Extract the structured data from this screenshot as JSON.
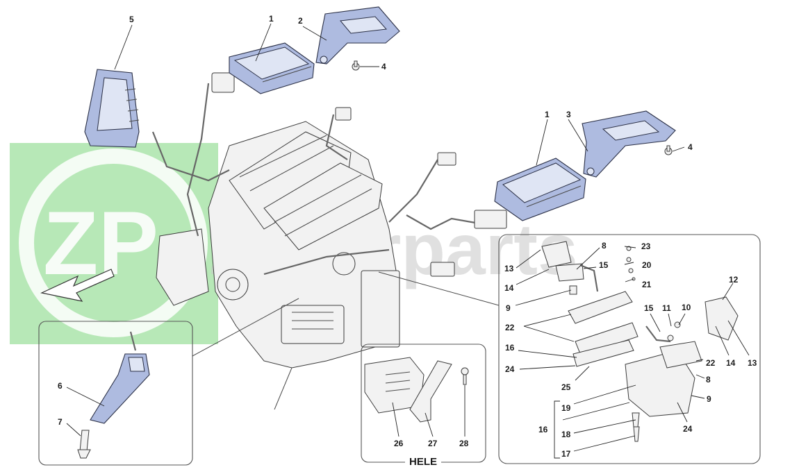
{
  "diagram": {
    "watermark_mark": "ZP",
    "watermark_text": "zuperparts",
    "hele_label": "HELE",
    "callouts": {
      "c1a": "1",
      "c2": "2",
      "c4a": "4",
      "c5": "5",
      "c1b": "1",
      "c3": "3",
      "c4b": "4",
      "c6": "6",
      "c7": "7",
      "c8a": "8",
      "c23": "23",
      "c13a": "13",
      "c15a": "15",
      "c20": "20",
      "c14a": "14",
      "c21": "21",
      "c9a": "9",
      "c12": "12",
      "c22a": "22",
      "c15b": "15",
      "c11": "11",
      "c10": "10",
      "c16a": "16",
      "c22b": "22",
      "c14b": "14",
      "c13b": "13",
      "c24a": "24",
      "c8b": "8",
      "c25": "25",
      "c9b": "9",
      "c19": "19",
      "c16b": "16",
      "c24b": "24",
      "c18": "18",
      "c17": "17",
      "c26": "26",
      "c27": "27",
      "c28": "28"
    }
  },
  "colors": {
    "part_fill": "#aebbe0",
    "part_stroke": "#2a2f45",
    "highlight_green": "#7cd67c",
    "watermark_grey": "#c8c8c8"
  }
}
